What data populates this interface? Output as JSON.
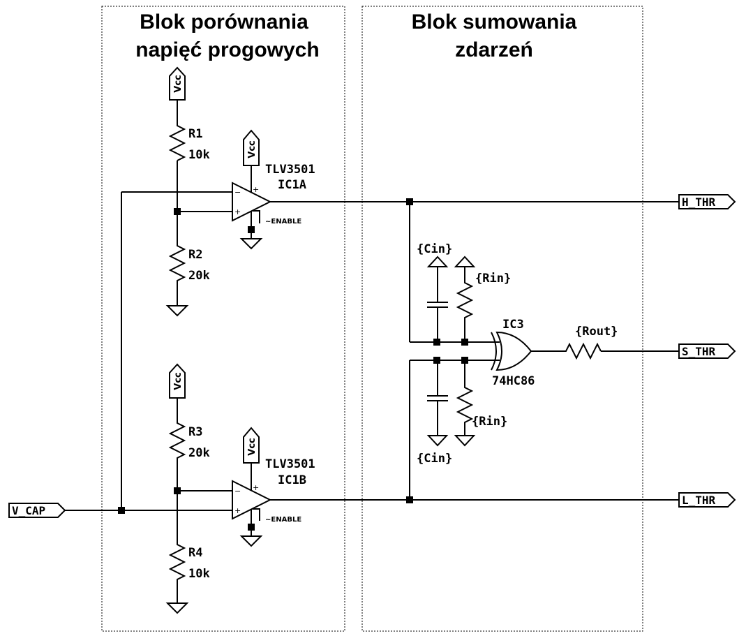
{
  "blocks": {
    "comparator": {
      "title_line1": "Blok porównania",
      "title_line2": "napięć progowych"
    },
    "summing": {
      "title_line1": "Blok sumowania",
      "title_line2": "zdarzeń"
    }
  },
  "power": {
    "vcc": "Vcc"
  },
  "resistors": {
    "r1": {
      "ref": "R1",
      "value": "10k"
    },
    "r2": {
      "ref": "R2",
      "value": "20k"
    },
    "r3": {
      "ref": "R3",
      "value": "20k"
    },
    "r4": {
      "ref": "R4",
      "value": "10k"
    },
    "rin": "{Rin}",
    "rout": "{Rout}"
  },
  "capacitors": {
    "cin": "{Cin}"
  },
  "comparators": {
    "ic1a": {
      "part": "TLV3501",
      "ref": "IC1A"
    },
    "ic1b": {
      "part": "TLV3501",
      "ref": "IC1B"
    },
    "enable_pin": "~ENABLE",
    "minus": "−",
    "plus": "+"
  },
  "gate": {
    "ref": "IC3",
    "part": "74HC86"
  },
  "ports": {
    "v_cap": "V_CAP",
    "h_thr": "H_THR",
    "s_thr": "S_THR",
    "l_thr": "L_THR"
  }
}
